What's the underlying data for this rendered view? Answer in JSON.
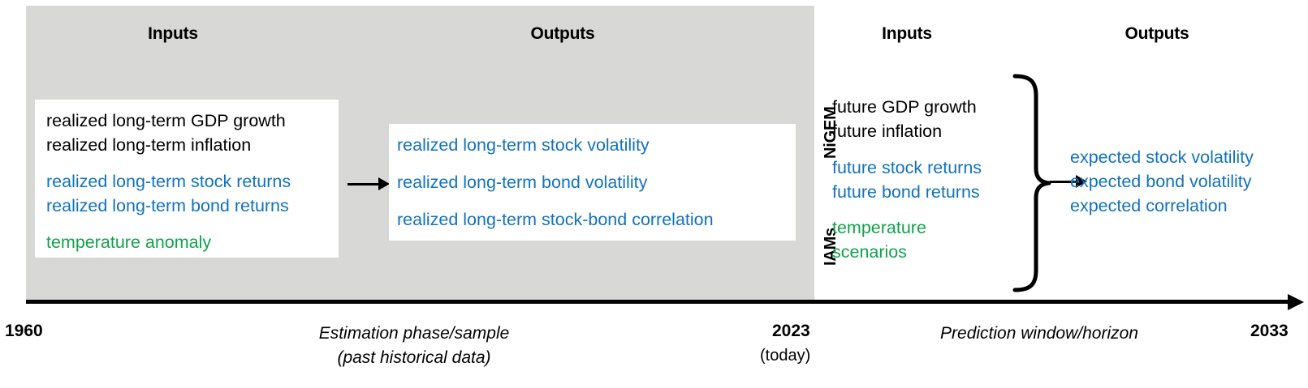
{
  "colors": {
    "blue": "#1272bd",
    "green": "#11a24c",
    "grey_band": "#d8d8d6",
    "black": "#000000"
  },
  "headers": {
    "inputs_left": "Inputs",
    "outputs_left": "Outputs",
    "inputs_right": "Inputs",
    "outputs_right": "Outputs"
  },
  "estimation": {
    "inputs": {
      "group1": [
        "realized long-term GDP growth",
        "realized long-term inflation"
      ],
      "group2": [
        "realized long-term stock returns",
        "realized long-term bond returns"
      ],
      "group3": [
        "temperature anomaly"
      ]
    },
    "outputs": [
      "realized long-term stock volatility",
      "realized long-term bond volatility",
      "realized long-term stock-bond correlation"
    ]
  },
  "prediction": {
    "model_labels": {
      "nigem": "NiGEM",
      "iams": "IAMs"
    },
    "inputs": {
      "group1": [
        "future GDP growth",
        "future inflation"
      ],
      "group2": [
        "future stock returns",
        "future bond returns"
      ],
      "group3": [
        "temperature",
        "scenarios"
      ]
    },
    "outputs": [
      "expected stock volatility",
      "expected bond volatility",
      "expected correlation"
    ]
  },
  "timeline": {
    "start_year": "1960",
    "mid_year": "2023",
    "mid_year_note": "(today)",
    "end_year": "2033",
    "estimation_phase_line1": "Estimation phase/sample",
    "estimation_phase_line2": "(past historical data)",
    "prediction_phase": "Prediction window/horizon"
  }
}
